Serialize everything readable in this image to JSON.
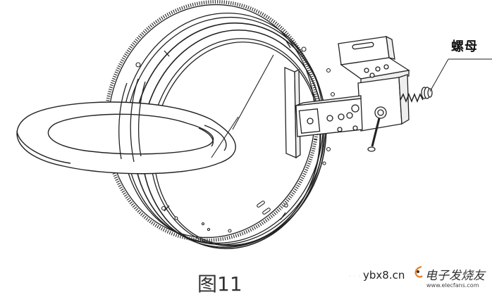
{
  "callout": {
    "label": "螺母"
  },
  "caption": {
    "text": "图11"
  },
  "watermark": {
    "domain": "ybx8.cn",
    "site_name": "电子发烧友",
    "url": "www.elecfans.com"
  },
  "colors": {
    "line": "#222222",
    "background": "#ffffff",
    "caption": "#333333",
    "logo_orange": "#e8842c"
  }
}
